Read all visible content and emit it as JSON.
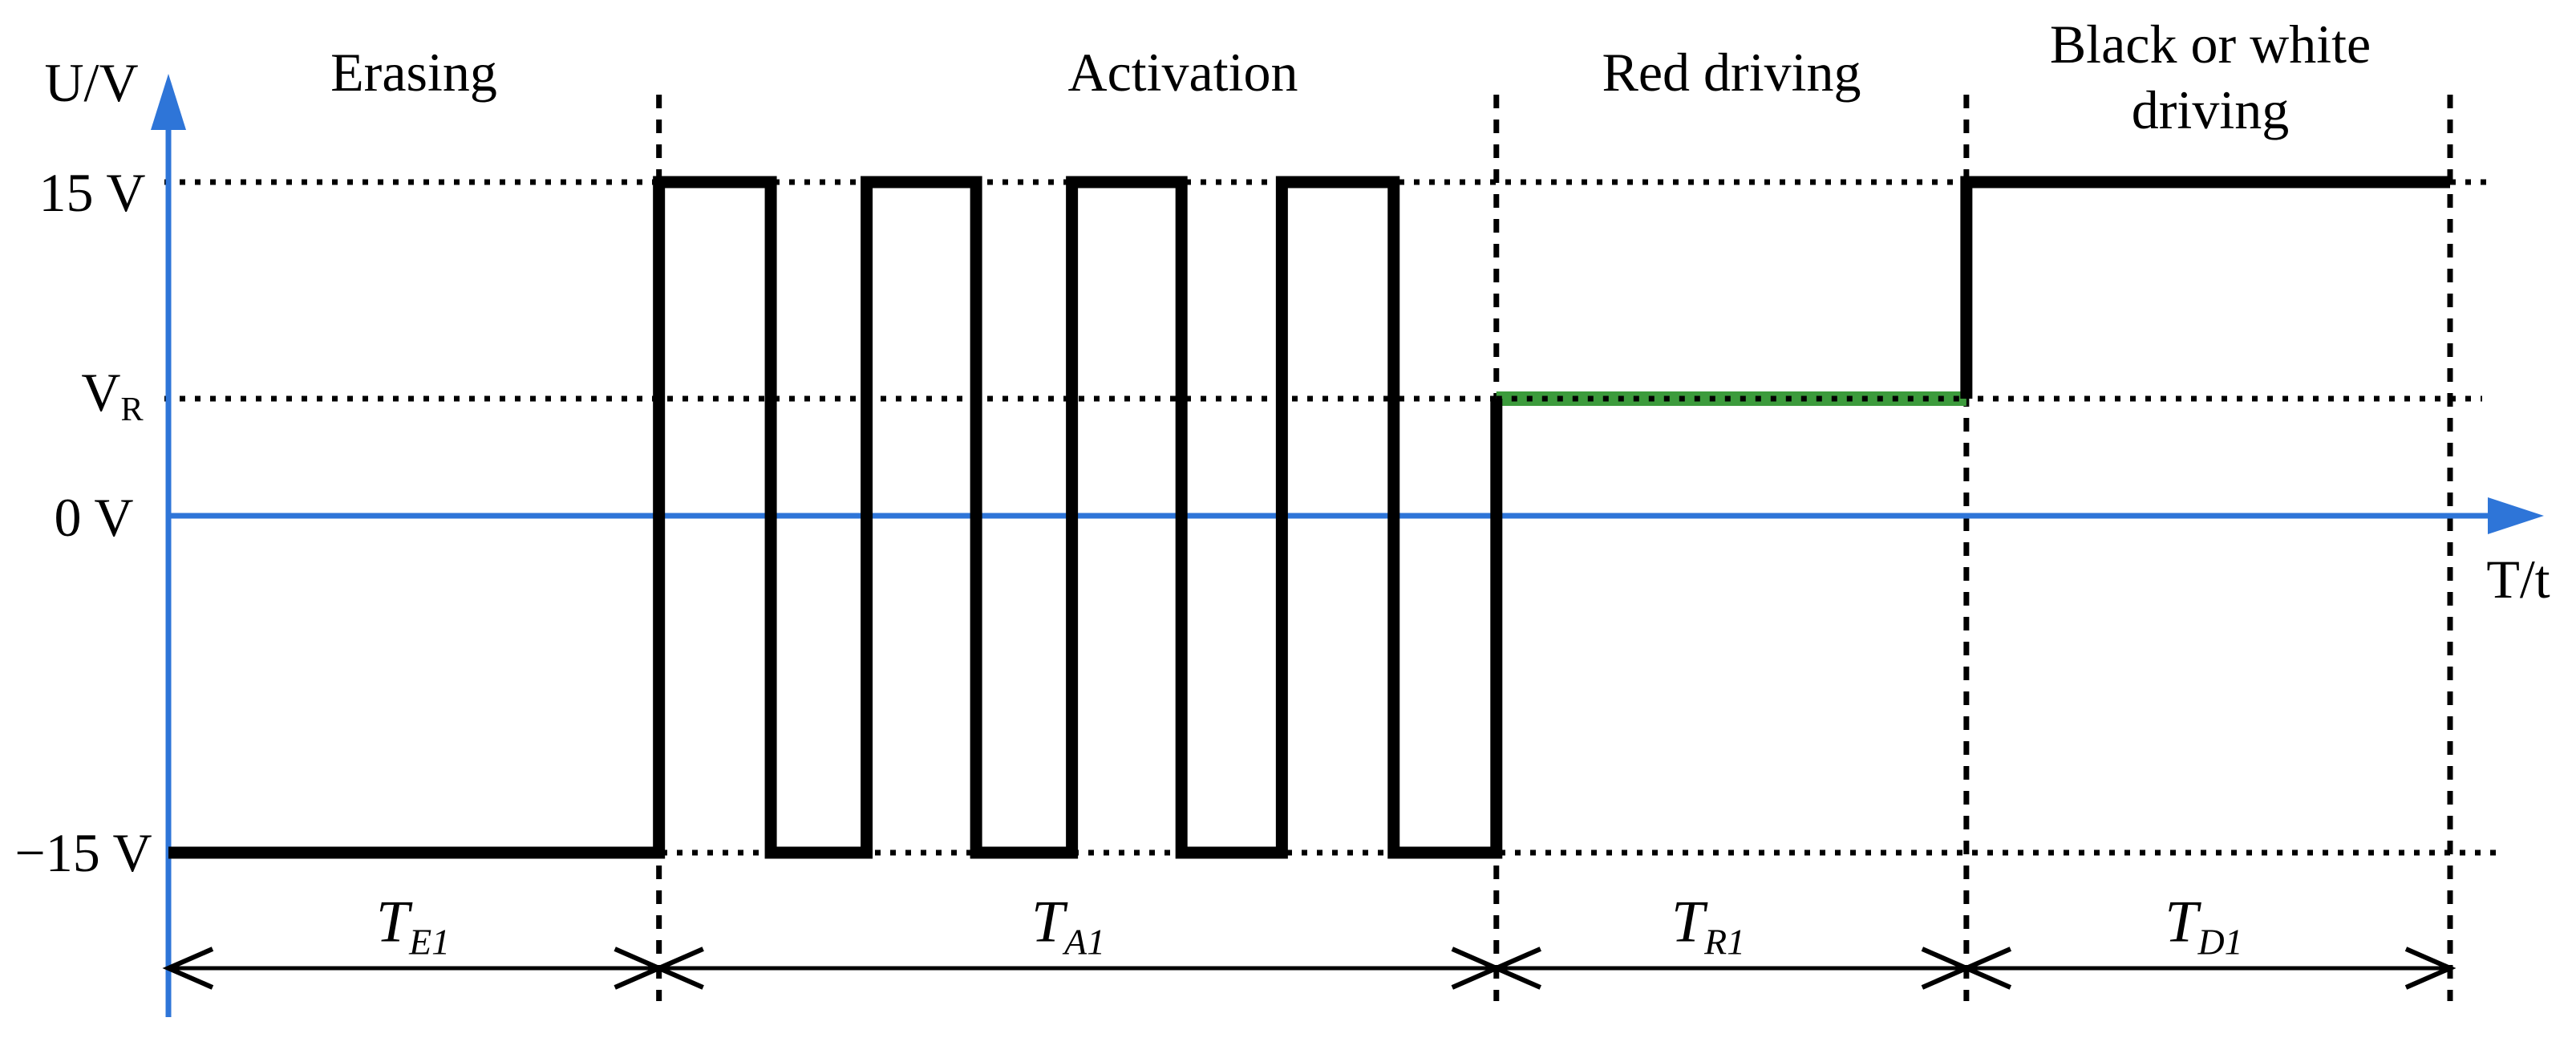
{
  "figure": {
    "y_axis_label": "U/V",
    "x_axis_label": "T/t",
    "y_ticks": [
      {
        "label": "15 V"
      },
      {
        "label": "V",
        "sub": "R"
      },
      {
        "label": "0 V"
      },
      {
        "label": "−15 V"
      }
    ],
    "phases": [
      {
        "name": "Erasing",
        "t0": 0.0,
        "t1": 0.215,
        "duration": {
          "base": "T",
          "sub": "E1"
        }
      },
      {
        "name": "Activation",
        "t0": 0.215,
        "t1": 0.582,
        "duration": {
          "base": "T",
          "sub": "A1"
        }
      },
      {
        "name": "Red driving",
        "t0": 0.582,
        "t1": 0.788,
        "duration": {
          "base": "T",
          "sub": "R1"
        }
      },
      {
        "name": "Black or white\ndriving",
        "t0": 0.788,
        "t1": 1.0,
        "duration": {
          "base": "T",
          "sub": "D1"
        }
      }
    ],
    "colors": {
      "axis_blue": "#2E75D8",
      "waveform_black": "#000000",
      "red_driving_green": "#3C9B3C",
      "dotted_black": "#000000"
    }
  },
  "chart_data": {
    "type": "line",
    "title": "",
    "xlabel": "T/t",
    "ylabel": "U/V",
    "x_axis_note": "time in arbitrary units (fractions 0–1 of shown span, no numeric ticks shown)",
    "y_levels_V": {
      "high": 15,
      "zero": 0,
      "low": -15,
      "VR": "VR (unlabeled level between 0 V and 15 V)"
    },
    "activation_pulse_count": 4,
    "segments": [
      {
        "t0": 0.0,
        "t1": 0.215,
        "v": "-15"
      },
      {
        "t0": 0.215,
        "t1": 0.264,
        "v": "15"
      },
      {
        "t0": 0.264,
        "t1": 0.306,
        "v": "-15"
      },
      {
        "t0": 0.306,
        "t1": 0.354,
        "v": "15"
      },
      {
        "t0": 0.354,
        "t1": 0.396,
        "v": "-15"
      },
      {
        "t0": 0.396,
        "t1": 0.444,
        "v": "15"
      },
      {
        "t0": 0.444,
        "t1": 0.488,
        "v": "-15"
      },
      {
        "t0": 0.488,
        "t1": 0.537,
        "v": "15"
      },
      {
        "t0": 0.537,
        "t1": 0.582,
        "v": "-15"
      },
      {
        "t0": 0.582,
        "t1": 0.788,
        "v": "VR",
        "highlight": "green"
      },
      {
        "t0": 0.788,
        "t1": 1.0,
        "v": "15"
      }
    ]
  }
}
